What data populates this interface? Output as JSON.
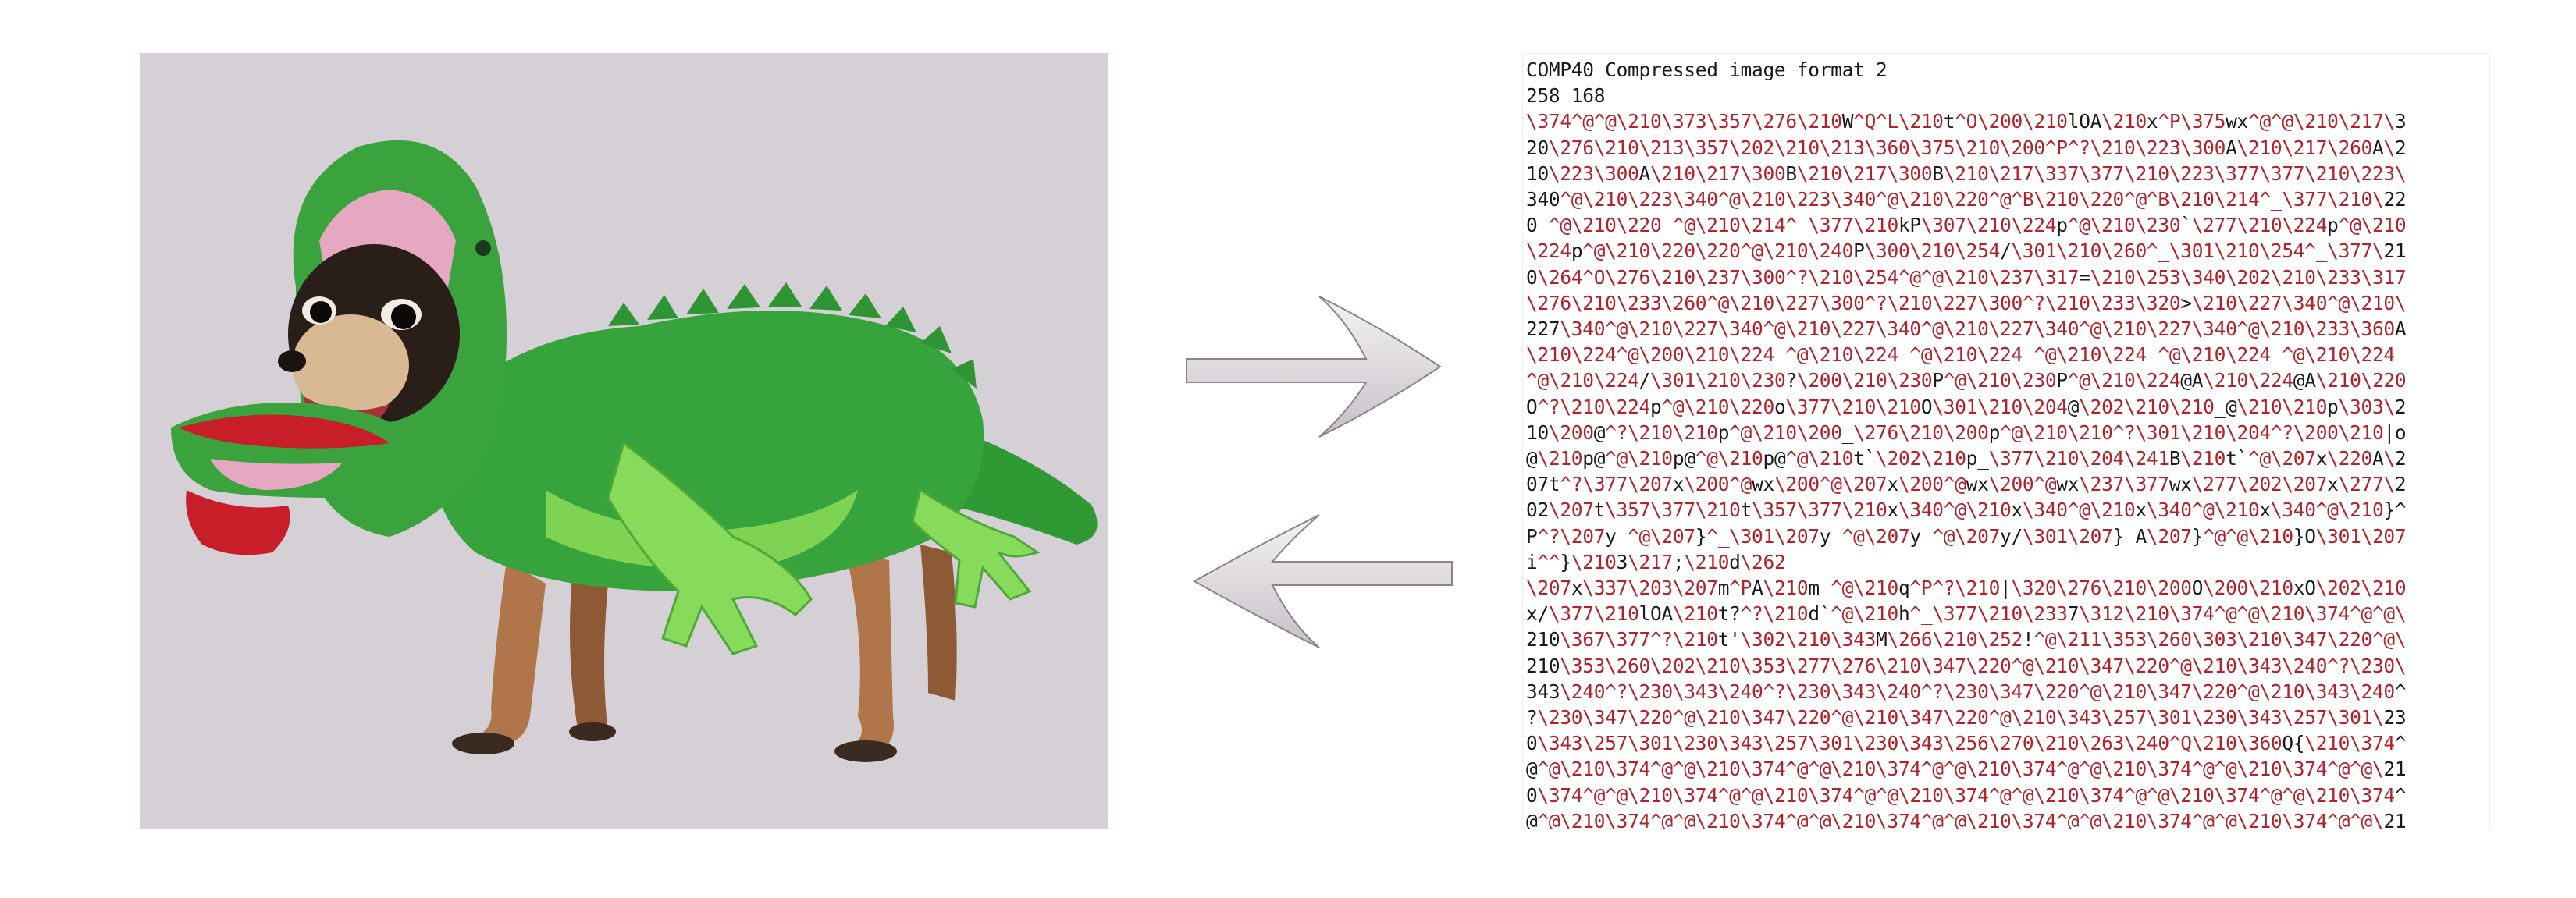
{
  "colors": {
    "photo_background": "#d5d0d5",
    "costume_green": "#35a33a",
    "costume_light_green": "#7ed352",
    "tongue_red": "#c81e2a",
    "arrow_fill": "#d3ced3",
    "escape_code_text": "#b2222a",
    "plain_text": "#1a1a1a"
  },
  "image": {
    "subject": "chihuahua-in-dinosaur-costume"
  },
  "arrows": {
    "top": {
      "direction": "right"
    },
    "bottom": {
      "direction": "left"
    }
  },
  "file_view": {
    "header_line_1": "COMP40 Compressed image format 2",
    "header_line_2": "258 168",
    "lines": [
      "\\374^@^@\\210\\373\\357\\276\\210W^Q^L\\210t^O\\200\\210lOA\\210x^P\\375wx^@^@\\210\\217\\3",
      "20\\276\\210\\213\\357\\202\\210\\213\\360\\375\\210\\200^P^?\\210\\223\\300A\\210\\217\\260A\\2",
      "10\\223\\300A\\210\\217\\300B\\210\\217\\300B\\210\\217\\337\\377\\210\\223\\377\\377\\210\\223\\",
      "340^@\\210\\223\\340^@\\210\\223\\340^@\\210\\220^@^B\\210\\220^@^B\\210\\214^_\\377\\210\\22",
      "0 ^@\\210\\220 ^@\\210\\214^_\\377\\210kP\\307\\210\\224p^@\\210\\230`\\277\\210\\224p^@\\210",
      "\\224p^@\\210\\220\\220^@\\210\\240P\\300\\210\\254/\\301\\210\\260^_\\301\\210\\254^_\\377\\21",
      "0\\264^O\\276\\210\\237\\300^?\\210\\254^@^@\\210\\237\\317=\\210\\253\\340\\202\\210\\233\\317",
      "\\276\\210\\233\\260^@\\210\\227\\300^?\\210\\227\\300^?\\210\\233\\320>\\210\\227\\340^@\\210\\",
      "227\\340^@\\210\\227\\340^@\\210\\227\\340^@\\210\\227\\340^@\\210\\227\\340^@\\210\\233\\360A",
      "\\210\\224^@\\200\\210\\224 ^@\\210\\224 ^@\\210\\224 ^@\\210\\224 ^@\\210\\224 ^@\\210\\224",
      "^@\\210\\224/\\301\\210\\230?\\200\\210\\230P^@\\210\\230P^@\\210\\224@A\\210\\224@A\\210\\220",
      "O^?\\210\\224p^@\\210\\220o\\377\\210\\210O\\301\\210\\204@\\202\\210\\210_@\\210\\210p\\303\\2",
      "10\\200@^?\\210\\210p^@\\210\\200_\\276\\210\\200p^@\\210\\210^?\\301\\210\\204^?\\200\\210|o",
      "@\\210p@^@\\210p@^@\\210p@^@\\210t`\\202\\210p_\\377\\210\\204\\241B\\210t`^@\\207x\\220A\\2",
      "07t^?\\377\\207x\\200^@wx\\200^@\\207x\\200^@wx\\200^@wx\\237\\377wx\\277\\202\\207x\\277\\2",
      "02\\207t\\357\\377\\210t\\357\\377\\210x\\340^@\\210x\\340^@\\210x\\340^@\\210x\\340^@\\210}^",
      "P^?\\207y ^@\\207}^_\\301\\207y ^@\\207y ^@\\207y/\\301\\207} A\\207}^@^@\\210}O\\301\\207",
      "i^^}\\2103\\217;\\210d\\262",
      "\\207x\\337\\203\\207m^PA\\210m ^@\\210q^P^?\\210|\\320\\276\\210\\200O\\200\\210xO\\202\\210",
      "x/\\377\\210lOA\\210t?^?\\210d`^@\\210h^_\\377\\210\\2337\\312\\210\\374^@^@\\210\\374^@^@\\",
      "210\\367\\377^?\\210t'\\302\\210\\343M\\266\\210\\252!^@\\211\\353\\260\\303\\210\\347\\220^@\\",
      "210\\353\\260\\202\\210\\353\\277\\276\\210\\347\\220^@\\210\\347\\220^@\\210\\343\\240^?\\230\\",
      "343\\240^?\\230\\343\\240^?\\230\\343\\240^?\\230\\347\\220^@\\210\\347\\220^@\\210\\343\\240^",
      "?\\230\\347\\220^@\\210\\347\\220^@\\210\\347\\220^@\\210\\343\\257\\301\\230\\343\\257\\301\\23",
      "0\\343\\257\\301\\230\\343\\257\\301\\230\\343\\256\\270\\210\\263\\240^Q\\210\\360Q{\\210\\374^",
      "@^@\\210\\374^@^@\\210\\374^@^@\\210\\374^@^@\\210\\374^@^@\\210\\374^@^@\\210\\374^@^@\\21",
      "0\\374^@^@\\210\\374^@^@\\210\\374^@^@\\210\\374^@^@\\210\\374^@^@\\210\\374^@^@\\210\\374^",
      "@^@\\210\\374^@^@\\210\\374^@^@\\210\\374^@^@\\210\\374^@^@\\210\\374^@^@\\210\\374^@^@\\21"
    ]
  }
}
